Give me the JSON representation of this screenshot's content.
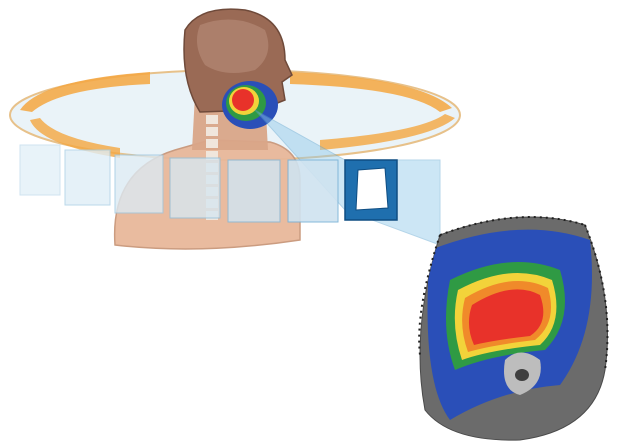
{
  "figure": {
    "text_labels": [],
    "colors": {
      "background": "#ffffff",
      "skin": "#e8b89a",
      "skin_edge": "#c9977a",
      "head_tissue": "#9a6a55",
      "bone": "#f0e6dc",
      "arc_band": "#f4a640",
      "arc_edge": "#e7c18a",
      "ring_fill": "#eaf3f8",
      "beam": "#8fc8ea",
      "beam_edge": "#5aa3cf",
      "frame_active": "#1f6fae",
      "ct_gray": "#6b6b6b",
      "dose_blue": "#2a4fb8",
      "dose_green": "#2f9a44",
      "dose_yellow": "#f2d33a",
      "dose_orange": "#f08a2a",
      "dose_red": "#e8322a"
    },
    "icons": [
      "patient-head-model",
      "treatment-arc-ring",
      "beam-aperture-frame",
      "ct-dose-slice"
    ]
  }
}
